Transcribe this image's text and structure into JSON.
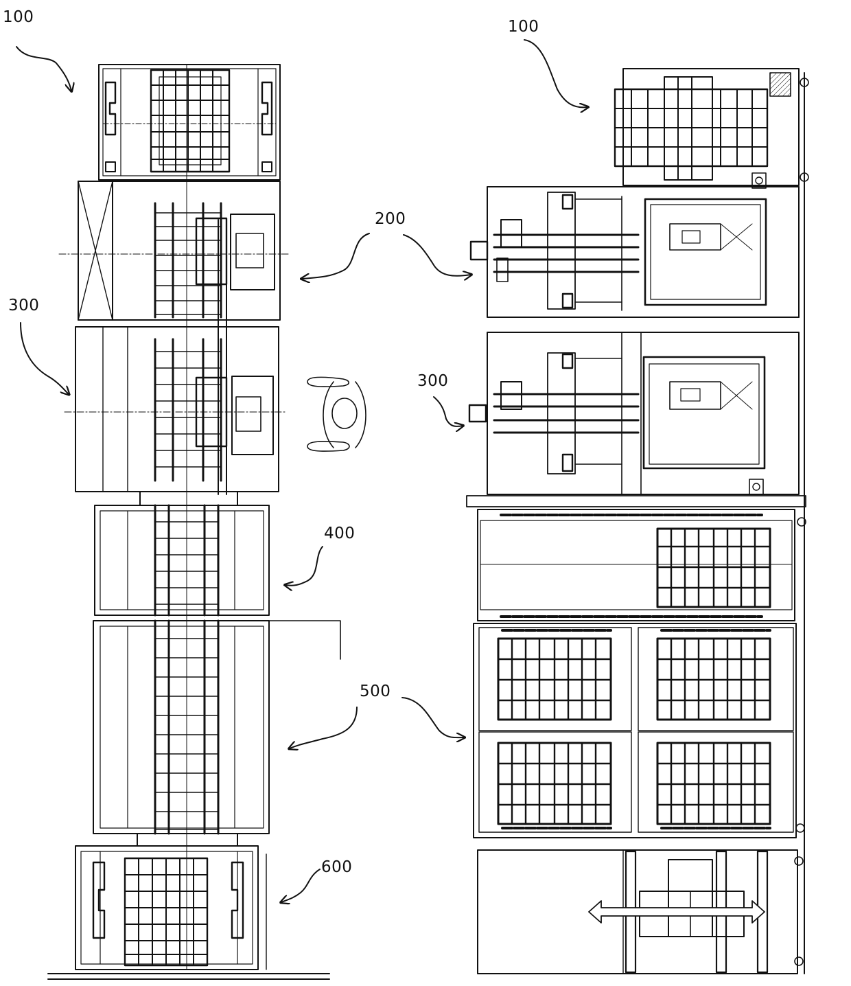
{
  "figure": {
    "reference_labels": [
      {
        "id": "l100a",
        "text": "100",
        "target": "unloading/loading station 100 (top view)"
      },
      {
        "id": "l100b",
        "text": "100",
        "target": "unloading/loading station 100 (side view)"
      },
      {
        "id": "l200",
        "text": "200",
        "target": "module 200"
      },
      {
        "id": "l300a",
        "text": "300",
        "target": "module 300 (top view)"
      },
      {
        "id": "l300b",
        "text": "300",
        "target": "module 300 (side view)"
      },
      {
        "id": "l400",
        "text": "400",
        "target": "module 400"
      },
      {
        "id": "l500",
        "text": "500",
        "target": "module 500"
      },
      {
        "id": "l600",
        "text": "600",
        "target": "station 600"
      }
    ],
    "ink_color": "#111111",
    "background_color": "#ffffff"
  }
}
